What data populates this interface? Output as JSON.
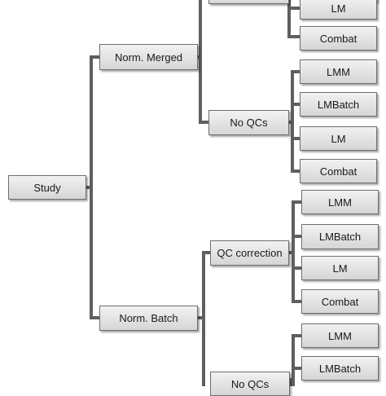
{
  "diagram": {
    "root": "Study",
    "level1": [
      "Norm. Merged",
      "Norm. Batch"
    ],
    "level2": [
      "No QCs",
      "QC correction",
      "No QCs"
    ],
    "leaves": [
      "LM",
      "Combat",
      "LMM",
      "LMBatch",
      "LM",
      "Combat",
      "LMM",
      "LMBatch",
      "LM",
      "Combat",
      "LMM",
      "LMBatch"
    ]
  }
}
